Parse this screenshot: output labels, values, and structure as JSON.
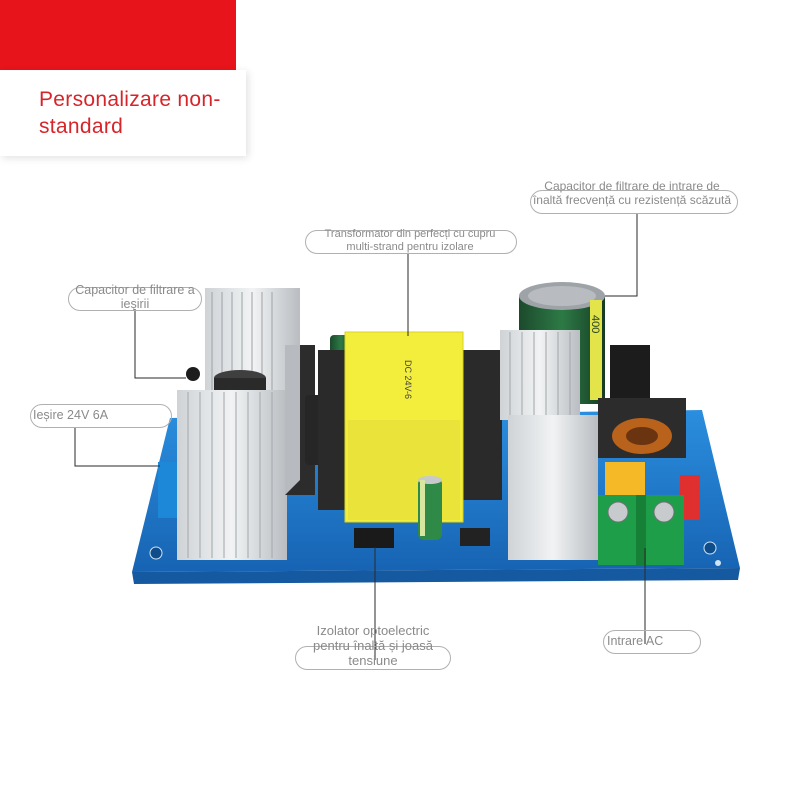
{
  "badge": {
    "text": "Personalizare non-standard"
  },
  "callouts": {
    "output_capacitor": "Capacitor de filtrare a ieșirii",
    "output_spec": "Ieșire 24V 6A",
    "transformer": "Transformator din perfecți cu cupru multi-strand pentru izolare",
    "input_capacitor": "Capacitor de filtrare de intrare de înaltă frecvență cu rezistență scăzută",
    "optocoupler": "Izolator optoelectric pentru înaltă și joasă tensiune",
    "ac_input": "Intrare AC"
  },
  "board_markings": {
    "transformer_label": "DC 24V-6",
    "capacitor_label": "400"
  },
  "colors": {
    "accent": "#e8141c",
    "pcb": "#1f7fd0",
    "transformer": "#f3ee3c",
    "terminal": "#1f9e4a",
    "label_gray": "#8a8a8a"
  }
}
